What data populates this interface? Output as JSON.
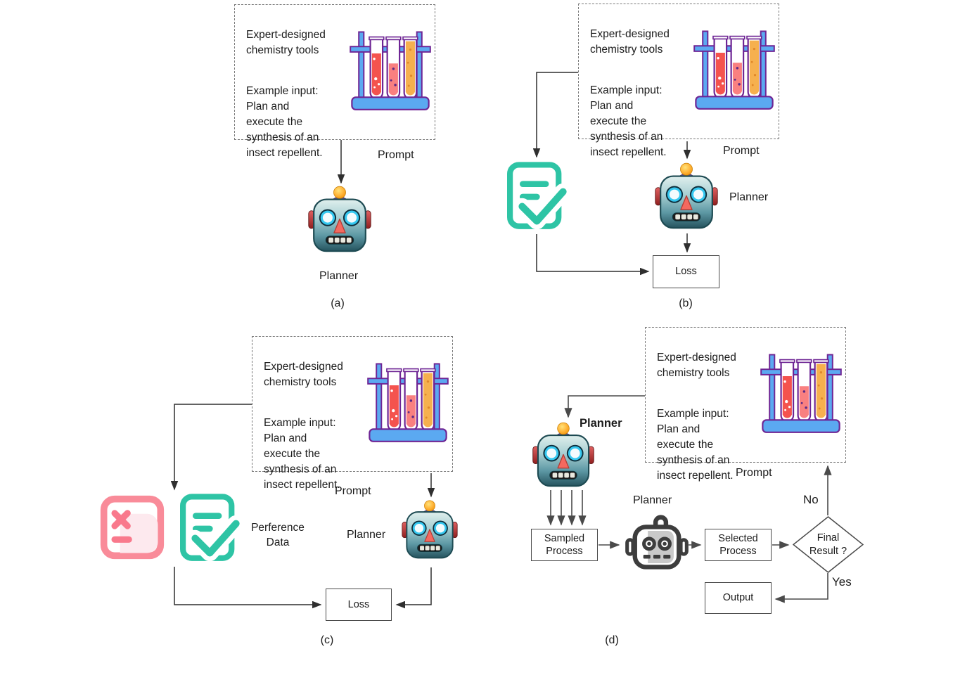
{
  "figure": {
    "description": "Four-panel diagram (a)-(d) of planner training and inference with expert-designed chemistry tools",
    "colors": {
      "accept_green": "#2EC4A5",
      "reject_pink": "#F98B99",
      "rack_blue": "#5BA9F1",
      "rack_outline_purple": "#6E2594",
      "tube_red": "#F4534E",
      "tube_salmon": "#F98080",
      "tube_orange": "#F6B04E",
      "connector_dark": "#2f2f2f",
      "connector_gray": "#5a5a5a"
    },
    "icons": {
      "chemistry": "test-tubes-icon",
      "planner": "robot-icon",
      "selector": "robot-outline-icon",
      "accepted_data": "document-check-icon",
      "rejected_data": "document-reject-icon"
    }
  },
  "prompt_box": {
    "tools_text": "Expert-designed\nchemistry tools",
    "example_text": "Example input:\nPlan and\nexecute the\nsynthesis of an\ninsect repellent.",
    "label": "Prompt"
  },
  "panels": {
    "a": {
      "caption": "(a)",
      "planner_label": "Planner"
    },
    "b": {
      "caption": "(b)",
      "planner_label": "Planner",
      "loss_label": "Loss"
    },
    "c": {
      "caption": "(c)",
      "planner_label": "Planner",
      "preference_label": "Perference\nData",
      "loss_label": "Loss"
    },
    "d": {
      "caption": "(d)",
      "planner_top_label": "Planner",
      "planner_mid_label": "Planner",
      "sampled_label": "Sampled\nProcess",
      "selected_label": "Selected\nProcess",
      "decision_label": "Final\nResult ?",
      "no_label": "No",
      "yes_label": "Yes",
      "output_label": "Output"
    }
  }
}
